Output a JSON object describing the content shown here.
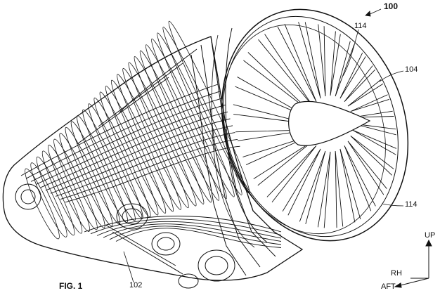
{
  "figure": {
    "caption": "FIG. 1",
    "refs": {
      "assembly": "100",
      "fan_section": "104",
      "blade_top": "114",
      "blade_bottom": "114",
      "core": "102"
    },
    "orientation": {
      "up": "UP",
      "rh": "RH",
      "aft": "AFT"
    }
  },
  "colors": {
    "ink": "#111111",
    "background": "#ffffff"
  }
}
